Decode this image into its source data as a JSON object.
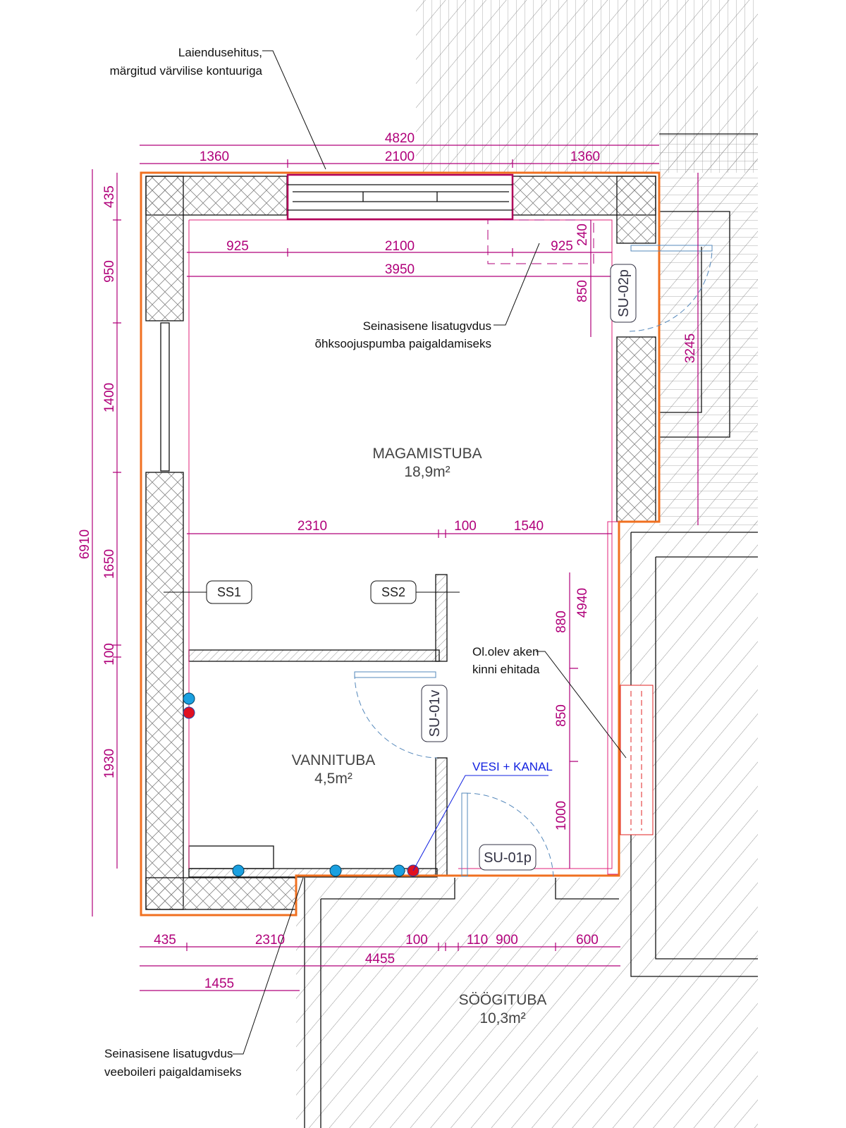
{
  "notes": {
    "extension_line1": "Laiendusehitus,",
    "extension_line2": "märgitud värvilise kontuuriga",
    "heatpump_line1": "Seinasisene lisatugvdus",
    "heatpump_line2": "õhksoojuspumba paigaldamiseks",
    "window_line1": "Ol.olev aken",
    "window_line2": "kinni ehitada",
    "boiler_line1": "Seinasisene lisatugvdus",
    "boiler_line2": "veeboileri paigaldamiseks",
    "plumbing": "VESI + KANAL"
  },
  "rooms": [
    {
      "name": "MAGAMISTUBA",
      "area": "18,9m²"
    },
    {
      "name": "VANNITUBA",
      "area": "4,5m²"
    },
    {
      "name": "SÖÖGITUBA",
      "area": "10,3m²"
    }
  ],
  "doors": [
    "SU-02p",
    "SU-01v",
    "SU-01p"
  ],
  "sections": [
    "SS1",
    "SS2"
  ],
  "dims": {
    "top": [
      "4820",
      "1360",
      "2100",
      "1360"
    ],
    "inner_top": [
      "925",
      "2100",
      "925",
      "240",
      "3950"
    ],
    "left": [
      "6910",
      "435",
      "950",
      "1400",
      "1650",
      "100",
      "1930"
    ],
    "right": [
      "850",
      "3245",
      "4940",
      "880",
      "850",
      "1000"
    ],
    "middle": [
      "2310",
      "100",
      "1540"
    ],
    "bottom": [
      "435",
      "2310",
      "100",
      "110",
      "900",
      "600",
      "4455",
      "1455"
    ]
  },
  "colors": {
    "extension_outline": "#f07020",
    "dimension": "#b0007a",
    "pipe_water": "#1aa0e0",
    "pipe_sewer": "#e01020",
    "plumbing_label": "#1020e0"
  }
}
